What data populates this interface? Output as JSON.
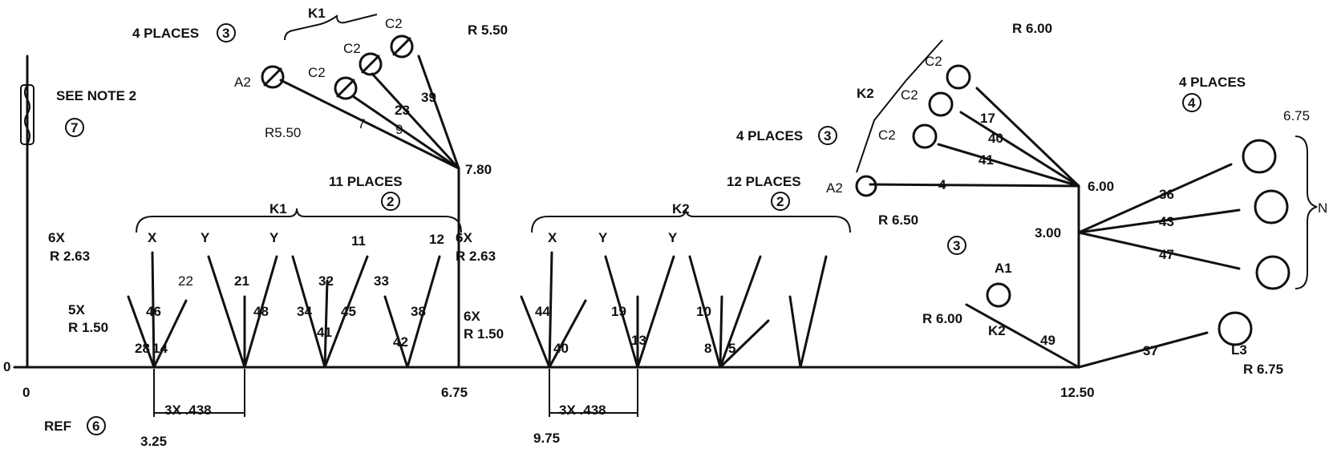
{
  "labels": {
    "see_note": "SEE NOTE 2",
    "places4": "4 PLACES",
    "places11": "11 PLACES",
    "places12": "12 PLACES",
    "ref": "REF",
    "k1": "K1",
    "k2": "K2",
    "a1": "A1",
    "a2": "A2",
    "c2": "C2",
    "l3": "L3",
    "n": "N",
    "x": "X",
    "y": "Y",
    "x6": "6X",
    "x5": "5X",
    "x3": "3X .438",
    "r263": "R 2.63",
    "r150": "R 1.50",
    "r550a": "R 5.50",
    "r550b": "R5.50",
    "r600": "R 6.00",
    "r650": "R 6.50",
    "r675": "R 6.75",
    "d675": "6.75",
    "d0": "0",
    "d325": "3.25",
    "d975": "9.75",
    "d1250": "12.50",
    "d300": "3.00",
    "d600": "6.00",
    "d780": "7.80"
  },
  "callouts": [
    "7",
    "3",
    "2",
    "4",
    "6"
  ],
  "wire_numbers": [
    "7",
    "9",
    "23",
    "39",
    "17",
    "40",
    "41",
    "4",
    "36",
    "43",
    "47",
    "37",
    "49",
    "46",
    "14",
    "21",
    "48",
    "34",
    "32",
    "45",
    "41",
    "33",
    "38",
    "42",
    "12",
    "11",
    "44",
    "40",
    "19",
    "13",
    "10",
    "8",
    "22",
    "28",
    "5"
  ]
}
